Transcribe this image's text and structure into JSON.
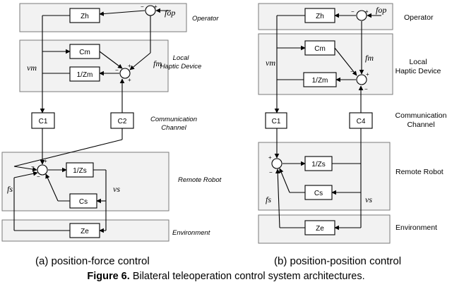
{
  "left": {
    "labels": {
      "operator": "Operator",
      "haptic_1": "Local",
      "haptic_2": "Haptic Device",
      "comm_1": "Communication",
      "comm_2": "Channel",
      "robot": "Remote Robot",
      "env": "Environment"
    },
    "blocks": {
      "zh": "Zh",
      "cm": "Cm",
      "inv_zm": "1/Zm",
      "c1": "C1",
      "c2": "C2",
      "inv_zs": "1/Zs",
      "cs": "Cs",
      "ze": "Ze"
    },
    "signals": {
      "fop": "fop",
      "fm": "fm",
      "vm": "vm",
      "fs": "fs",
      "vs": "vs"
    }
  },
  "right": {
    "labels": {
      "operator": "Operator",
      "haptic_1": "Local",
      "haptic_2": "Haptic Device",
      "comm_1": "Communication",
      "comm_2": "Channel",
      "robot": "Remote Robot",
      "env": "Environment"
    },
    "blocks": {
      "zh": "Zh",
      "cm": "Cm",
      "inv_zm": "1/Zm",
      "c1": "C1",
      "c4": "C4",
      "inv_zs": "1/Zs",
      "cs": "Cs",
      "ze": "Ze"
    },
    "signals": {
      "fop": "fop",
      "fm": "fm",
      "vm": "vm",
      "fs": "fs",
      "vs": "vs"
    }
  },
  "captions": {
    "a": "(a) position-force control",
    "b": "(b) position-position control",
    "figure_label": "Figure 6.",
    "figure_text": "Bilateral teleoperation control system architectures."
  }
}
